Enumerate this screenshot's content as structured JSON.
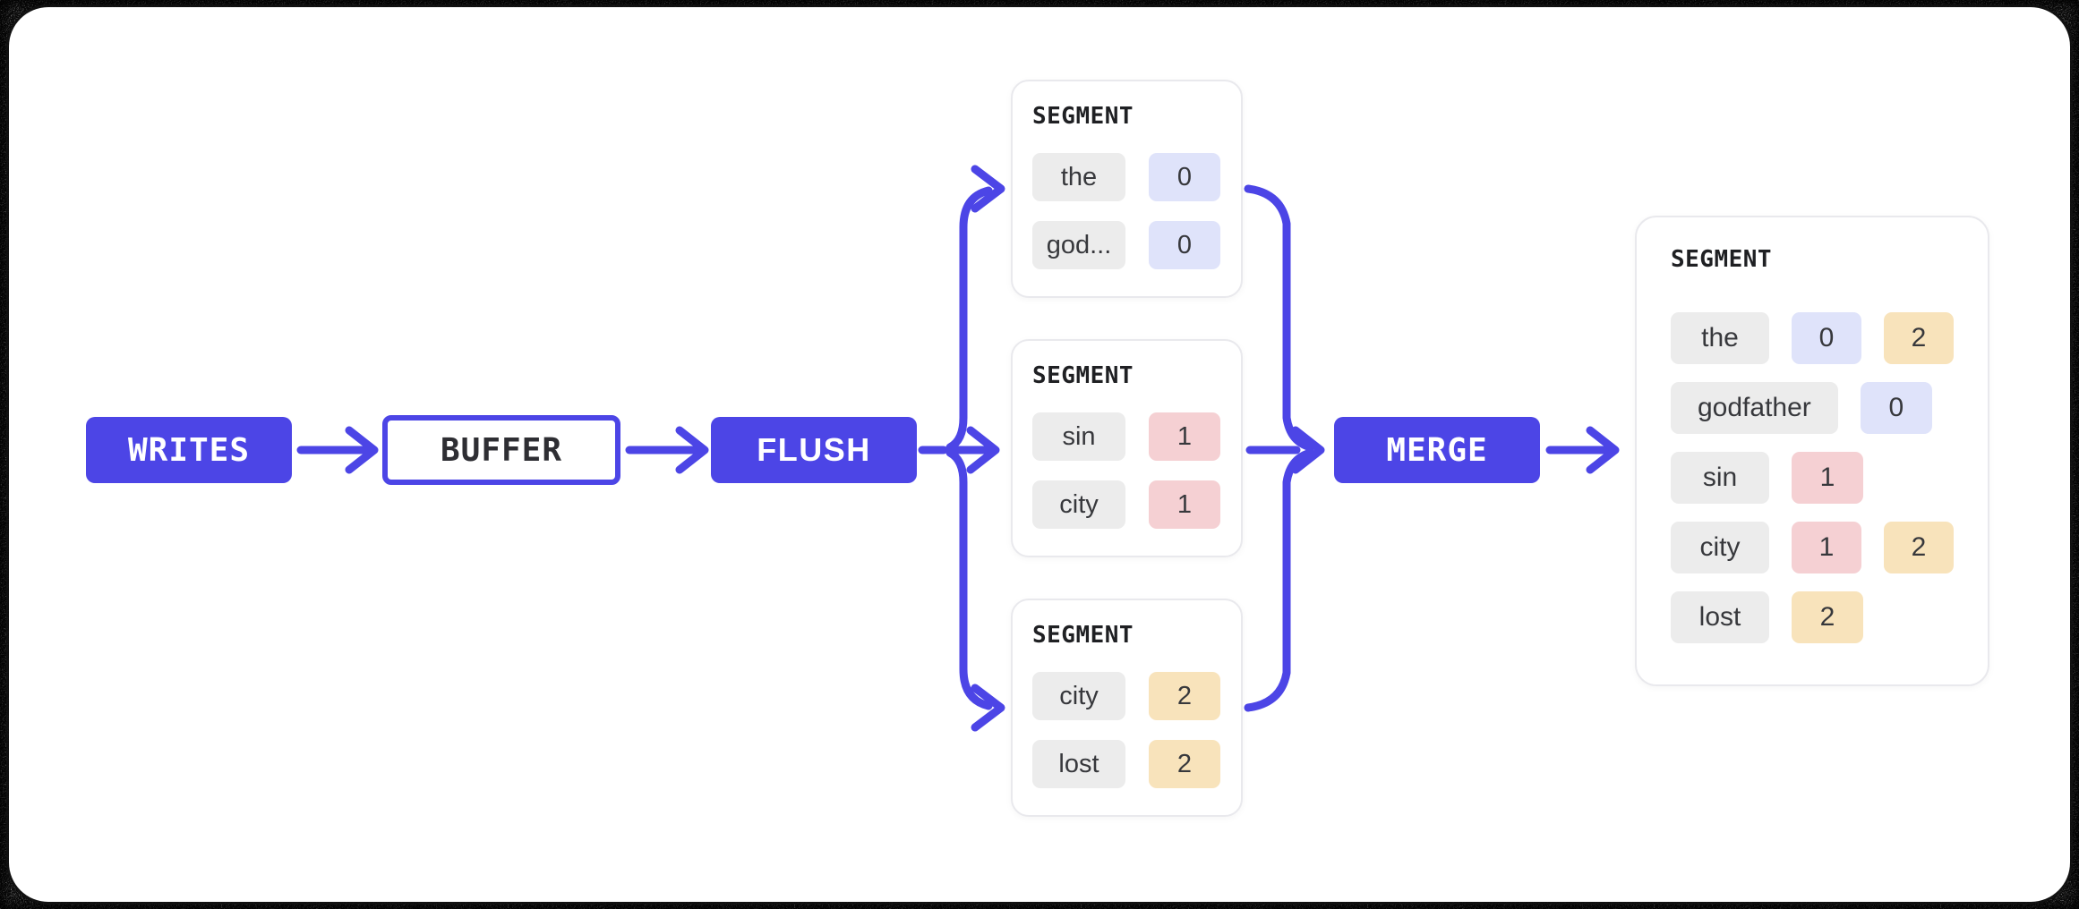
{
  "colors": {
    "accent": "#4c45e6",
    "chip_gray": "#ececec",
    "chip_lavender": "#dfe3fa",
    "chip_pink": "#f5d0d3",
    "chip_yellow": "#f8e3bb"
  },
  "nodes": {
    "writes": {
      "label": "WRITES"
    },
    "buffer": {
      "label": "BUFFER"
    },
    "flush": {
      "label": "FLUSH"
    },
    "merge": {
      "label": "MERGE"
    }
  },
  "segments": [
    {
      "title": "SEGMENT",
      "rows": [
        {
          "term": "the",
          "postings": [
            {
              "value": "0",
              "color": "lavender"
            }
          ]
        },
        {
          "term": "god...",
          "postings": [
            {
              "value": "0",
              "color": "lavender"
            }
          ]
        }
      ]
    },
    {
      "title": "SEGMENT",
      "rows": [
        {
          "term": "sin",
          "postings": [
            {
              "value": "1",
              "color": "pink"
            }
          ]
        },
        {
          "term": "city",
          "postings": [
            {
              "value": "1",
              "color": "pink"
            }
          ]
        }
      ]
    },
    {
      "title": "SEGMENT",
      "rows": [
        {
          "term": "city",
          "postings": [
            {
              "value": "2",
              "color": "yellow"
            }
          ]
        },
        {
          "term": "lost",
          "postings": [
            {
              "value": "2",
              "color": "yellow"
            }
          ]
        }
      ]
    }
  ],
  "merged_segment": {
    "title": "SEGMENT",
    "rows": [
      {
        "term": "the",
        "postings": [
          {
            "value": "0",
            "color": "lavender"
          },
          {
            "value": "2",
            "color": "yellow"
          }
        ]
      },
      {
        "term": "godfather",
        "postings": [
          {
            "value": "0",
            "color": "lavender"
          }
        ]
      },
      {
        "term": "sin",
        "postings": [
          {
            "value": "1",
            "color": "pink"
          }
        ]
      },
      {
        "term": "city",
        "postings": [
          {
            "value": "1",
            "color": "pink"
          },
          {
            "value": "2",
            "color": "yellow"
          }
        ]
      },
      {
        "term": "lost",
        "postings": [
          {
            "value": "2",
            "color": "yellow"
          }
        ]
      }
    ]
  }
}
